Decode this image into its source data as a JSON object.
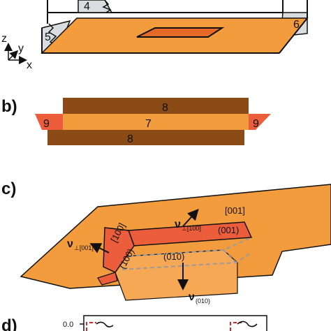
{
  "colors": {
    "orange": "#f39c3e",
    "dark_orange": "#e56a28",
    "brown": "#8a4b16",
    "red_orange": "#ec5d3c",
    "gray_face": "#dadde0",
    "dashed": "#9a9a9a",
    "red_dash": "#d8252a"
  },
  "panel_a": {
    "region_4": "4",
    "region_5": "5",
    "region_6": "6",
    "axis_z": "z",
    "axis_y": "y",
    "axis_x": "x"
  },
  "panel_b": {
    "letter": "b)",
    "label_top": "8",
    "label_middle": "7",
    "label_bottom": "8",
    "label_left": "9",
    "label_right": "9"
  },
  "panel_c": {
    "letter": "c)",
    "dir_100": "[100]",
    "dir_001": "[001]",
    "plane_100": "(100)",
    "plane_001": "(001)",
    "plane_010": "(010)",
    "nu_symbol": "ν",
    "nu_perp_100_sub": "⊥[100]",
    "nu_perp_001_sub": "⊥[001]",
    "nu_010_sub": "(010)"
  },
  "panel_d": {
    "letter": "d)",
    "tick": "0.0"
  }
}
